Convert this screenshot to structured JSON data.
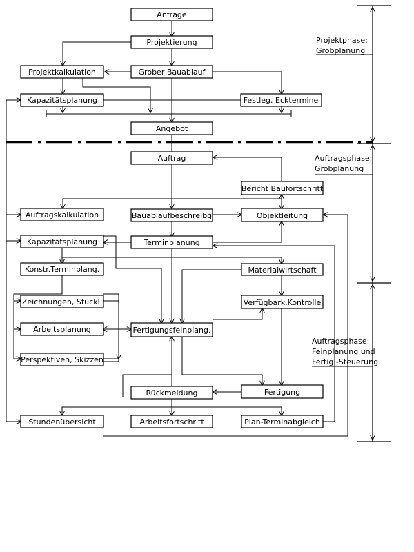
{
  "nodes": {
    "anfrage": "Anfrage",
    "projektierung": "Projektierung",
    "projektkalkulation": "Projektkalkulation",
    "grober_bauablauf": "Grober Bauablauf",
    "kapazitaetsplanung_1": "Kapazitätsplanung",
    "festleg_ecktermine": "Festleg. Ecktermine",
    "angebot": "Angebot",
    "auftrag": "Auftrag",
    "bericht_baufortschritt": "Bericht Baufortschritt",
    "auftragskalkulation": "Auftragskalkulation",
    "bauablaufbeschreibg": "Bauablaufbeschreibg",
    "objektleitung": "Objektleitung",
    "kapazitaetsplanung_2": "Kapazitätsplanung",
    "terminplanung": "Terminplanung",
    "konstr_terminplang": "Konstr.Terminplang.",
    "materialwirtschaft": "Materialwirtschaft",
    "zeichnungen": "Zeichnungen, Stückl.",
    "verfuegbark_kontrolle": "Verfügbark.Kontrolle",
    "arbeitsplanung": "Arbeitsplanung",
    "fertigungsfeinplang": "Fertigungsfeinplang.",
    "perspektiven": "Perspektiven, Skizzen",
    "rueckmeldung": "Rückmeldung",
    "fertigung": "Fertigung",
    "stundenuebersicht": "Stundenübersicht",
    "arbeitsfortschritt": "Arbeitsfortschritt",
    "plan_terminabgleich": "Plan-Terminabgleich"
  },
  "phases": {
    "projektphase": [
      "Projektphase:",
      "Grobplanung"
    ],
    "auftragsphase_grob": [
      "Auftragsphase:",
      "Grobplanung"
    ],
    "auftragsphase_fein": [
      "Auftragsphase:",
      "Feinplanung und",
      "Fertig.-Steuerung"
    ]
  }
}
